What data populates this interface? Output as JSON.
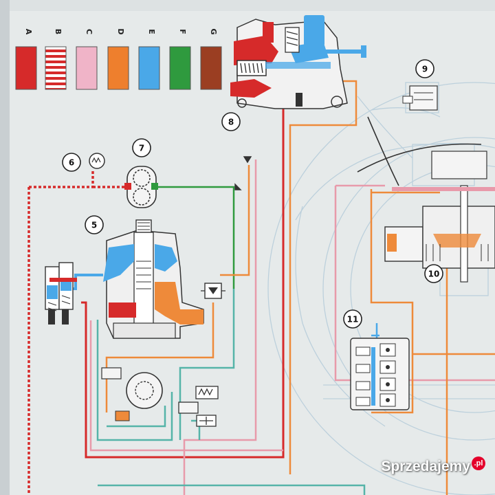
{
  "legend": [
    {
      "letter": "A",
      "color": "#d62a2a",
      "pattern": "solid"
    },
    {
      "letter": "B",
      "color": "#d62a2a",
      "pattern": "striped"
    },
    {
      "letter": "C",
      "color": "#f0b4c8",
      "pattern": "solid"
    },
    {
      "letter": "D",
      "color": "#ee7f2d",
      "pattern": "solid"
    },
    {
      "letter": "E",
      "color": "#4aa8e8",
      "pattern": "solid"
    },
    {
      "letter": "F",
      "color": "#2f9a3e",
      "pattern": "solid"
    },
    {
      "letter": "G",
      "color": "#9b3e22",
      "pattern": "solid"
    }
  ],
  "callouts": [
    "5",
    "6",
    "7",
    "8",
    "9",
    "10",
    "11"
  ],
  "watermark": {
    "brand": "Sprzedajemy",
    "tld": ".pl"
  },
  "colors": {
    "pressure": "#d62a2a",
    "pink": "#e89aaa",
    "lube": "#ee8a3a",
    "suction": "#4aa8e8",
    "green": "#2f9a3e",
    "teal": "#55b4a8",
    "faint": "#bcd0dc"
  }
}
